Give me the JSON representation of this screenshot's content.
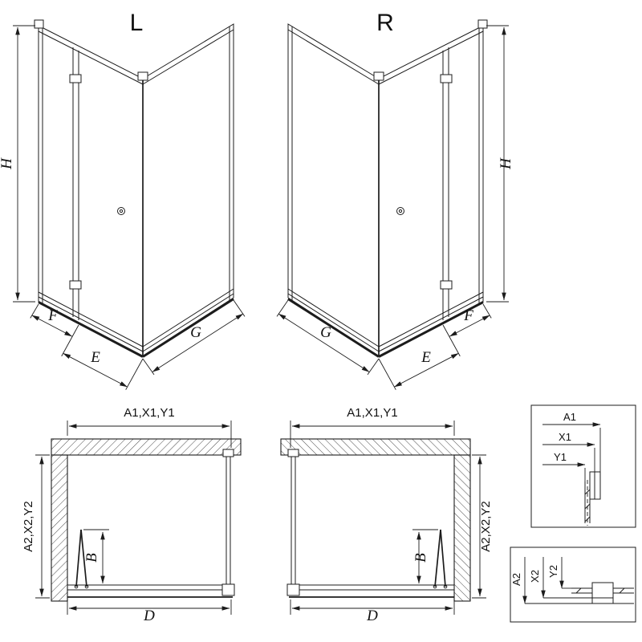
{
  "page": {
    "background": "#ffffff",
    "line_color": "#1c1c1c"
  },
  "views": {
    "left": {
      "label": "L",
      "dim_height": "H",
      "dim_fixed": "F",
      "dim_door": "E",
      "dim_side": "G"
    },
    "right": {
      "label": "R",
      "dim_height": "H",
      "dim_fixed": "F",
      "dim_door": "E",
      "dim_side": "G"
    }
  },
  "plans": {
    "left": {
      "dim_top": "A1,X1,Y1",
      "dim_side": "A2,X2,Y2",
      "dim_entry": "B",
      "dim_width": "D"
    },
    "right": {
      "dim_top": "A1,X1,Y1",
      "dim_side": "A2,X2,Y2",
      "dim_entry": "B",
      "dim_width": "D"
    }
  },
  "details": {
    "top": {
      "labels": [
        "A1",
        "X1",
        "Y1"
      ]
    },
    "bottom": {
      "labels": [
        "A2",
        "X2",
        "Y2"
      ]
    }
  }
}
